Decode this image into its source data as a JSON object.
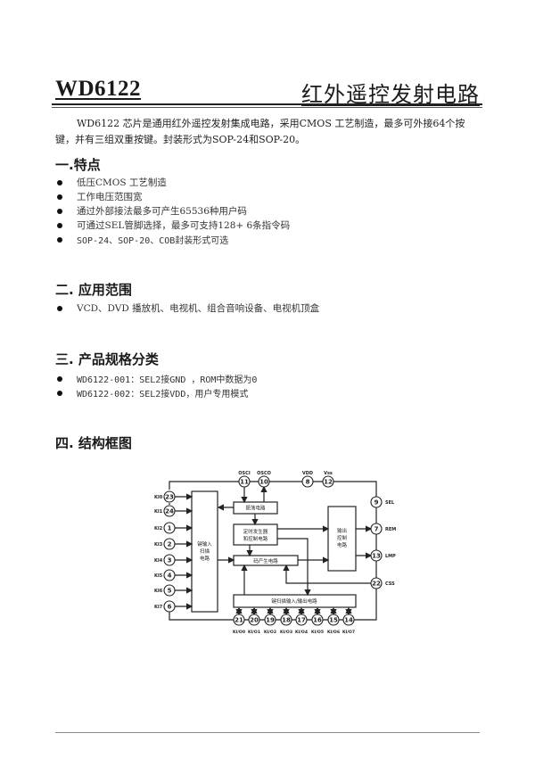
{
  "header": {
    "part_number": "WD6122",
    "title": "红外遥控发射电路"
  },
  "intro": "WD6122 芯片是通用红外遥控发射集成电路，采用CMOS 工艺制造，最多可外接64个按键，并有三组双重按键。封装形式为SOP-24和SOP-20。",
  "sections": [
    {
      "heading": "一.特点",
      "items": [
        "低压CMOS 工艺制造",
        "工作电压范围宽",
        "通过外部接法最多可产生65536种用户码",
        "可通过SEL管脚选择，最多可支持128+ 6条指令码",
        "SOP-24、SOP-20、COB封装形式可选"
      ]
    },
    {
      "heading": "二. 应用范围",
      "items": [
        "VCD、DVD 播放机、电视机、组合音响设备、电视机顶盒"
      ]
    },
    {
      "heading": "三. 产品规格分类",
      "items": [
        "WD6122-001：SEL2接GND ，ROM中数据为0",
        "WD6122-002：SEL2接VDD，用户专用模式"
      ]
    },
    {
      "heading": "四. 结构框图",
      "items": []
    }
  ],
  "diagram": {
    "blocks": {
      "scan": [
        "键输入",
        "扫描",
        "电路"
      ],
      "osc": "振荡电路",
      "timer": [
        "定时发生器",
        "和控制电路"
      ],
      "codegen": "码产生电路",
      "output": [
        "输出",
        "控制",
        "电路"
      ],
      "io": "键扫描输入/输出电路"
    },
    "left_pins": [
      {
        "num": "23",
        "label": "KI0"
      },
      {
        "num": "24",
        "label": "KI1"
      },
      {
        "num": "1",
        "label": "KI2"
      },
      {
        "num": "2",
        "label": "KI3"
      },
      {
        "num": "3",
        "label": "KI4"
      },
      {
        "num": "4",
        "label": "KI5"
      },
      {
        "num": "5",
        "label": "KI6"
      },
      {
        "num": "6",
        "label": "KI7"
      }
    ],
    "top_pins": [
      {
        "num": "11",
        "label": "OSCI"
      },
      {
        "num": "10",
        "label": "OSCO"
      },
      {
        "num": "8",
        "label": "VDD"
      },
      {
        "num": "12",
        "label": "Vss"
      }
    ],
    "right_pins": [
      {
        "num": "9",
        "label": "SEL"
      },
      {
        "num": "7",
        "label": "REM"
      },
      {
        "num": "13",
        "label": "LMP"
      },
      {
        "num": "22",
        "label": "CSS"
      }
    ],
    "bottom_pins": [
      {
        "num": "21",
        "label": "KI/O0"
      },
      {
        "num": "20",
        "label": "KI/O1"
      },
      {
        "num": "19",
        "label": "KI/O2"
      },
      {
        "num": "18",
        "label": "KI/O3"
      },
      {
        "num": "17",
        "label": "KI/O4"
      },
      {
        "num": "16",
        "label": "KI/O5"
      },
      {
        "num": "15",
        "label": "KI/O6"
      },
      {
        "num": "14",
        "label": "KI/O7"
      }
    ]
  }
}
